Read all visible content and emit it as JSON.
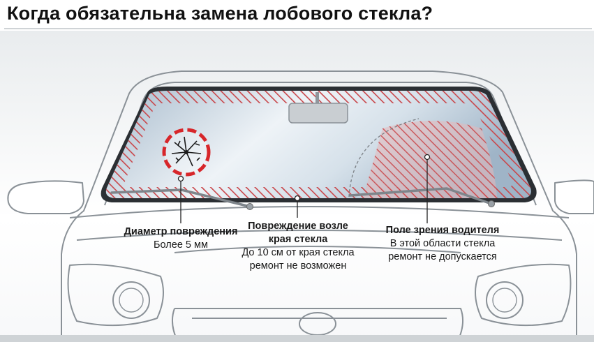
{
  "title": "Когда обязательна замена лобового стекла?",
  "callouts": [
    {
      "heading": "Диаметр повреждения",
      "text": "Более 5 мм"
    },
    {
      "heading_line1": "Повреждение возле",
      "heading_line2": "края стекла",
      "text_line1": "До 10 см от края стекла",
      "text_line2": "ремонт не возможен"
    },
    {
      "heading": "Поле зрения водителя",
      "text_line1": "В этой области стекла",
      "text_line2": "ремонт не допускается"
    }
  ],
  "colors": {
    "hatch": "#c9464a",
    "damage_ring": "#d7262a",
    "glass": "#c3d3e2",
    "car_line": "#8a9197"
  },
  "icons": [
    "crack-icon"
  ]
}
